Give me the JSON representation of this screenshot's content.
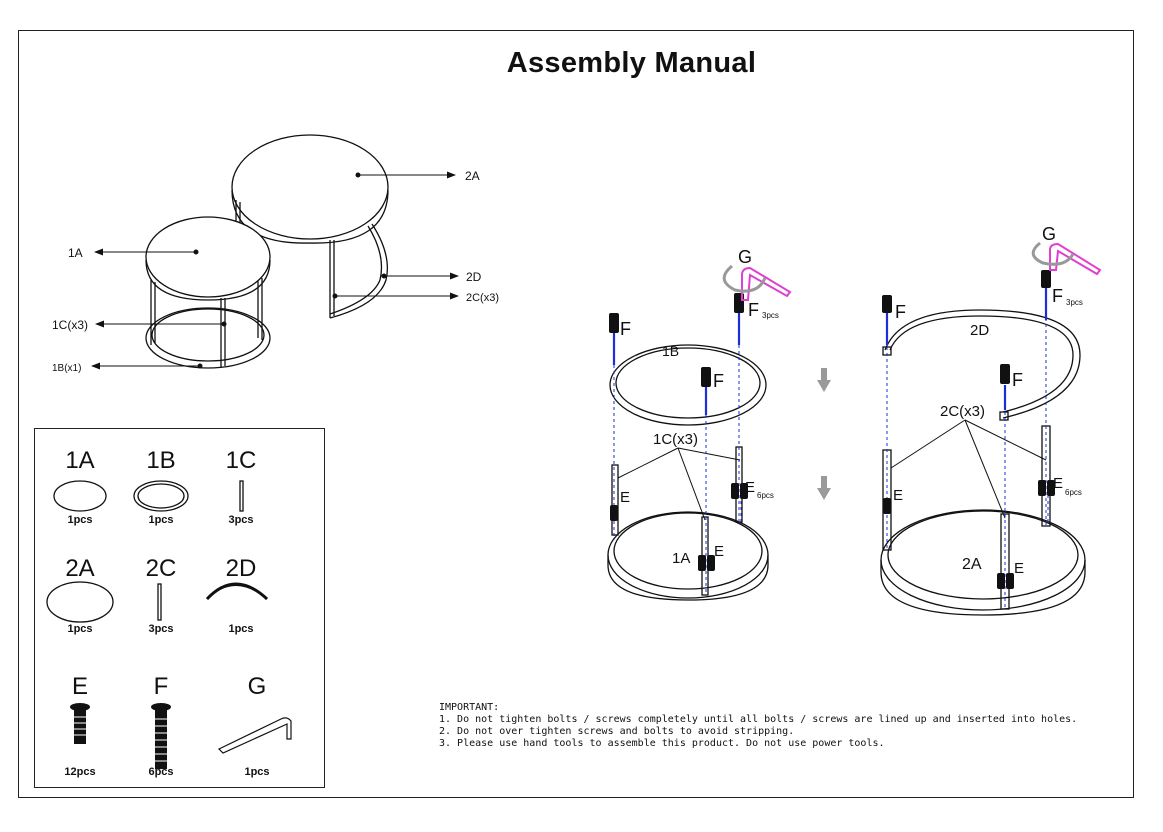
{
  "title": "Assembly Manual",
  "overview_labels": {
    "a2": "2A",
    "a1": "1A",
    "d2": "2D",
    "c2": "2C(x3)",
    "c1": "1C(x3)",
    "b1": "1B(x1)"
  },
  "parts": [
    {
      "id": "1A",
      "qty": "1pcs"
    },
    {
      "id": "1B",
      "qty": "1pcs"
    },
    {
      "id": "1C",
      "qty": "3pcs"
    },
    {
      "id": "2A",
      "qty": "1pcs"
    },
    {
      "id": "2C",
      "qty": "3pcs"
    },
    {
      "id": "2D",
      "qty": "1pcs"
    },
    {
      "id": "E",
      "qty": "12pcs"
    },
    {
      "id": "F",
      "qty": "6pcs"
    },
    {
      "id": "G",
      "qty": "1pcs"
    }
  ],
  "assembly1": {
    "g": "G",
    "f_top": "F",
    "f_top_qty": "3pcs",
    "f_left": "F",
    "f_mid": "F",
    "ring": "1B",
    "legs": "1C(x3)",
    "e_left": "E",
    "e_right": "E",
    "e_right_qty": "6pcs",
    "top_label": "1A",
    "e_bottom": "E"
  },
  "assembly2": {
    "g": "G",
    "f_top": "F",
    "f_top_qty": "3pcs",
    "f_left": "F",
    "ring": "2D",
    "f_mid": "F",
    "legs": "2C(x3)",
    "e_left": "E",
    "e_right": "E",
    "e_right_qty": "6pcs",
    "top_label": "2A",
    "e_bottom": "E"
  },
  "notes": {
    "heading": "IMPORTANT:",
    "items": [
      "1. Do not tighten bolts / screws completely until all bolts / screws are lined up and inserted into holes.",
      "2. Do not over tighten screws and bolts to avoid stripping.",
      "3. Please use hand tools to assemble this product. Do not use power tools."
    ]
  },
  "colors": {
    "bolt_blue": "#1a2fd6",
    "wrench_pink": "#e040d0",
    "rotate_gray": "#999999",
    "arrow_gray": "#9a9a9a"
  }
}
